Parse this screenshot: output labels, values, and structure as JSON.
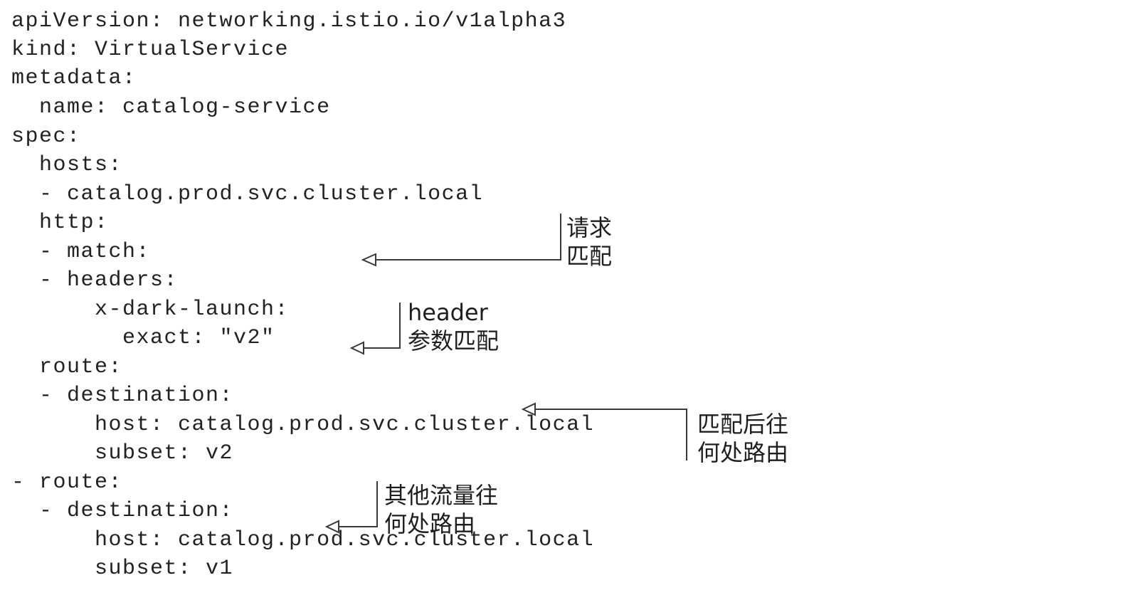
{
  "code_lines": [
    "apiVersion: networking.istio.io/v1alpha3",
    "kind: VirtualService",
    "metadata:",
    "  name: catalog-service",
    "spec:",
    "  hosts:",
    "  - catalog.prod.svc.cluster.local",
    "  http:",
    "  - match:",
    "  - headers:",
    "      x-dark-launch:",
    "        exact: \"v2\"",
    "  route:",
    "  - destination:",
    "      host: catalog.prod.svc.cluster.local",
    "      subset: v2",
    "- route:",
    "  - destination:",
    "      host: catalog.prod.svc.cluster.local",
    "      subset: v1"
  ],
  "annotations": {
    "request_match": [
      "请求",
      "匹配"
    ],
    "header_match": [
      "header",
      "参数匹配"
    ],
    "matched_route": [
      "匹配后往",
      "何处路由"
    ],
    "other_route": [
      "其他流量往",
      "何处路由"
    ]
  },
  "colors": {
    "text": "#222222",
    "line": "#3a3a3a",
    "background": "#ffffff"
  }
}
